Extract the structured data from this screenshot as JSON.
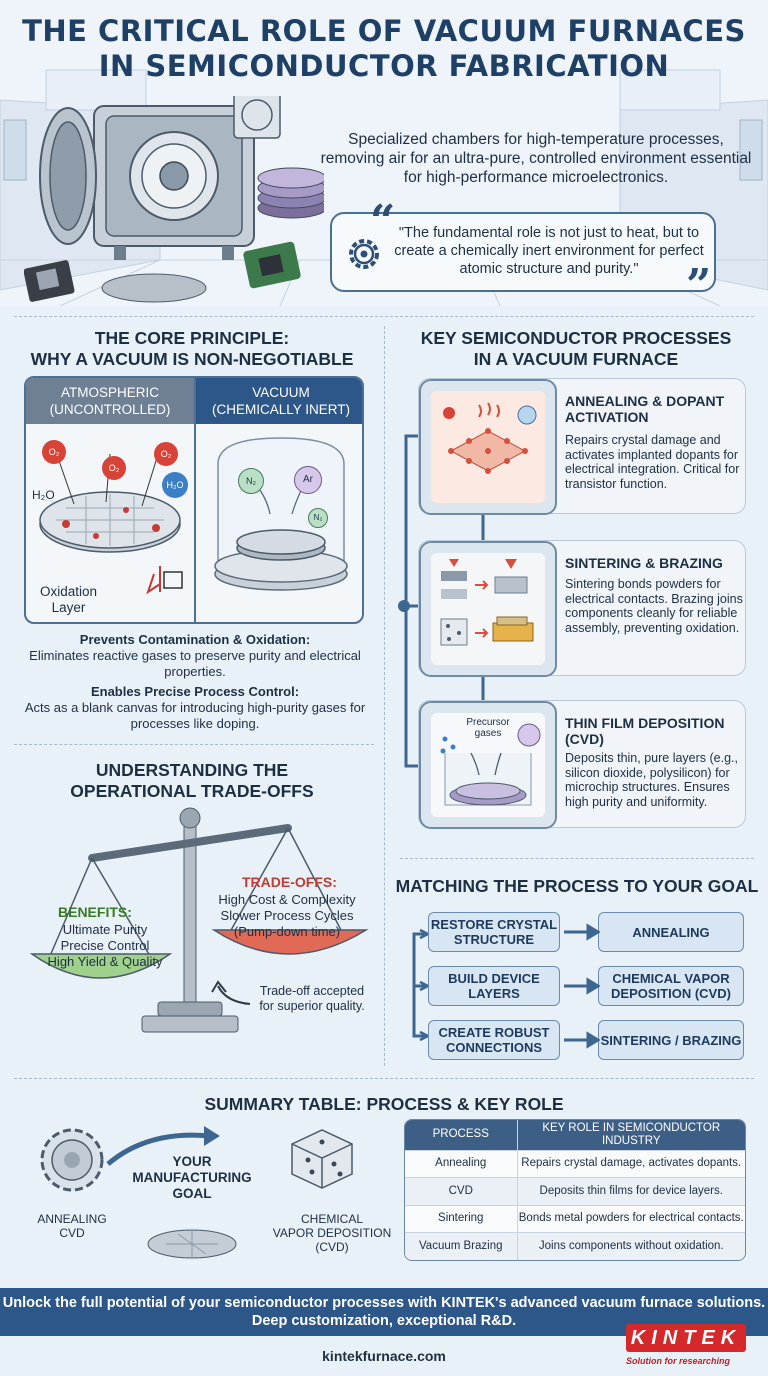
{
  "header": {
    "title_line1": "THE CRITICAL ROLE OF VACUUM FURNACES",
    "title_line2": "IN SEMICONDUCTOR FABRICATION",
    "description": "Specialized chambers for high-temperature processes, removing air for an ultra-pure, controlled environment essential for high-performance microelectronics.",
    "quote": "\"The fundamental role is not just to heat, but to create a chemically inert environment for perfect atomic structure and purity.\""
  },
  "core_principle": {
    "title_line1": "THE CORE PRINCIPLE:",
    "title_line2": "WHY A VACUUM IS NON-NEGOTIABLE",
    "atmospheric_label": "ATMOSPHERIC",
    "atmospheric_sub": "(UNCONTROLLED)",
    "vacuum_label": "VACUUM",
    "vacuum_sub": "(CHEMICALLY INERT)",
    "molecules_atm": [
      "O₂",
      "O₂",
      "O₂",
      "H₂O",
      "H₂O"
    ],
    "molecules_vac": [
      "N₂",
      "Ar",
      "N₂"
    ],
    "oxidation_label_1": "Oxidation",
    "oxidation_label_2": "Layer",
    "point1_title": "Prevents Contamination & Oxidation:",
    "point1_text": "Eliminates reactive gases to preserve purity and electrical properties.",
    "point2_title": "Enables Precise Process Control:",
    "point2_text": "Acts as a blank canvas for introducing high-purity gases for processes like doping."
  },
  "processes": {
    "title_line1": "KEY SEMICONDUCTOR PROCESSES",
    "title_line2": "IN A VACUUM FURNACE",
    "items": [
      {
        "title": "ANNEALING & DOPANT ACTIVATION",
        "desc": "Repairs crystal damage and activates implanted dopants for electrical integration. Critical for transistor function."
      },
      {
        "title": "SINTERING & BRAZING",
        "desc": "Sintering bonds powders for electrical contacts. Brazing joins components cleanly for reliable assembly, preventing oxidation."
      },
      {
        "title": "THIN FILM DEPOSITION (CVD)",
        "desc": "Deposits thin, pure layers (e.g., silicon dioxide, polysilicon) for microchip structures. Ensures high purity and uniformity."
      }
    ],
    "precursor_label": "Precursor gases"
  },
  "tradeoffs": {
    "title_line1": "UNDERSTANDING THE",
    "title_line2": "OPERATIONAL TRADE-OFFS",
    "benefits_title": "BENEFITS:",
    "benefits": [
      "Ultimate Purity",
      "Precise Control",
      "High Yield & Quality"
    ],
    "tradeoffs_title": "TRADE-OFFS:",
    "tradeoffs": [
      "High Cost & Complexity",
      "Slower Process Cycles",
      "(Pump-down time)"
    ],
    "note": "Trade-off accepted for superior quality."
  },
  "matching": {
    "title": "MATCHING THE PROCESS TO YOUR GOAL",
    "rows": [
      {
        "goal": "RESTORE CRYSTAL STRUCTURE",
        "process": "ANNEALING"
      },
      {
        "goal": "BUILD DEVICE LAYERS",
        "process": "CHEMICAL VAPOR DEPOSITION (CVD)"
      },
      {
        "goal": "CREATE ROBUST CONNECTIONS",
        "process": "SINTERING / BRAZING"
      }
    ]
  },
  "summary": {
    "title": "SUMMARY TABLE: PROCESS & KEY ROLE",
    "left_label_1": "ANNEALING",
    "left_label_2": "CVD",
    "goal_text": "YOUR MANUFACTURING GOAL",
    "right_label_1": "CHEMICAL",
    "right_label_2": "VAPOR DEPOSITION",
    "right_label_3": "(CVD)",
    "table_headers": [
      "PROCESS",
      "KEY ROLE IN SEMICONDUCTOR INDUSTRY"
    ],
    "table_rows": [
      [
        "Annealing",
        "Repairs crystal damage, activates dopants."
      ],
      [
        "CVD",
        "Deposits thin films for device layers."
      ],
      [
        "Sintering",
        "Bonds metal powders for electrical contacts."
      ],
      [
        "Vacuum Brazing",
        "Joins components without oxidation."
      ]
    ]
  },
  "footer": {
    "banner": "Unlock the full potential of your semiconductor processes with KINTEK's advanced vacuum furnace solutions. Deep customization, exceptional R&D.",
    "url": "kintekfurnace.com",
    "logo_text": "KINTEK",
    "logo_tagline": "Solution for researching"
  }
}
